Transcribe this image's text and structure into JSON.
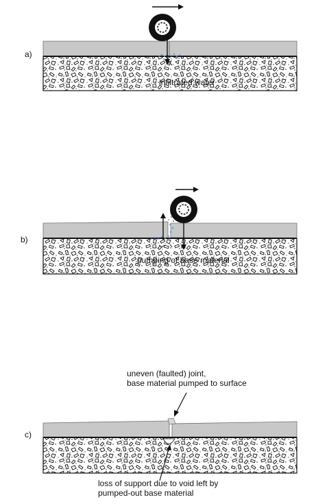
{
  "panels": [
    {
      "id": "a",
      "label": "a)",
      "annotation": "infiltrated water"
    },
    {
      "id": "b",
      "label": "b)",
      "annotation": "pumping of base material"
    },
    {
      "id": "c",
      "label": "c)",
      "annotation_top": [
        "uneven (faulted) joint,",
        "base material pumped to surface"
      ],
      "annotation_bottom": [
        "loss of support due to void left by",
        "pumped-out base material"
      ]
    }
  ],
  "colors": {
    "slab": "#c8c8c8",
    "slab_stroke": "#707070",
    "base_fill": "#ffffff",
    "base_stroke": "#111111",
    "water": "#5b8fd0",
    "wheel": "#111111"
  },
  "icons": [
    "wheel-icon",
    "direction-arrow-icon",
    "load-arrow-icon"
  ]
}
